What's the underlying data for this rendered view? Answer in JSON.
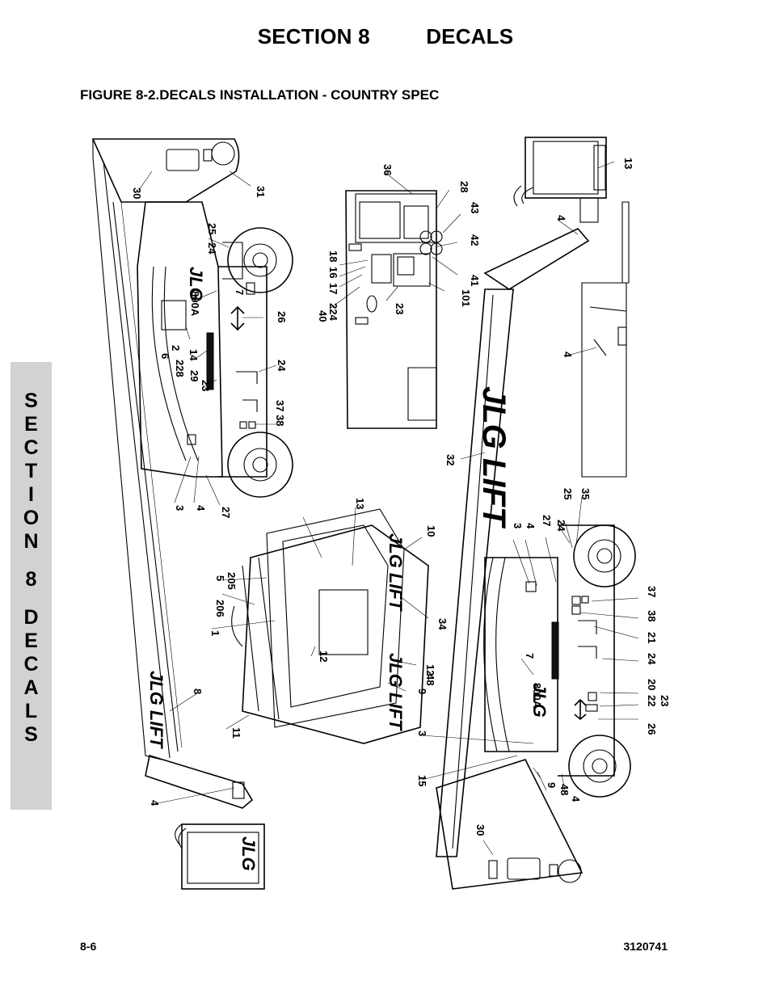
{
  "header": {
    "section": "SECTION 8",
    "title": "DECALS"
  },
  "figure_title": "FIGURE 8-2.DECALS INSTALLATION - COUNTRY SPEC",
  "side_tab": {
    "letters": [
      "S",
      "E",
      "C",
      "T",
      "I",
      "O",
      "N",
      "",
      "8",
      "",
      "D",
      "E",
      "C",
      "A",
      "L",
      "S"
    ]
  },
  "footer": {
    "page": "8-6",
    "doc_number": "3120741"
  },
  "drawing": {
    "model_label": "800A",
    "brand_label": "JLG LIFT",
    "callouts": {
      "upper_machine": [
        "30",
        "31",
        "25",
        "24",
        "7",
        "26",
        "6",
        "2",
        "228",
        "14",
        "29",
        "23",
        "24",
        "37 38",
        "3",
        "4",
        "27"
      ],
      "chassis_panel": [
        "36",
        "28",
        "43",
        "42",
        "41",
        "101",
        "18",
        "16",
        "17",
        "224",
        "40",
        "23"
      ],
      "upper_right": [
        "13",
        "4",
        "4"
      ],
      "platform": [
        "5",
        "205",
        "206",
        "1",
        "12",
        "13",
        "10",
        "34",
        "12",
        "48",
        "9",
        "11",
        "8",
        "4"
      ],
      "lower_machine": [
        "32",
        "3",
        "4",
        "27",
        "24",
        "25",
        "35",
        "37",
        "38",
        "21",
        "24",
        "20",
        "22",
        "23",
        "26",
        "7",
        "3",
        "15",
        "9",
        "48",
        "4",
        "30"
      ]
    }
  }
}
